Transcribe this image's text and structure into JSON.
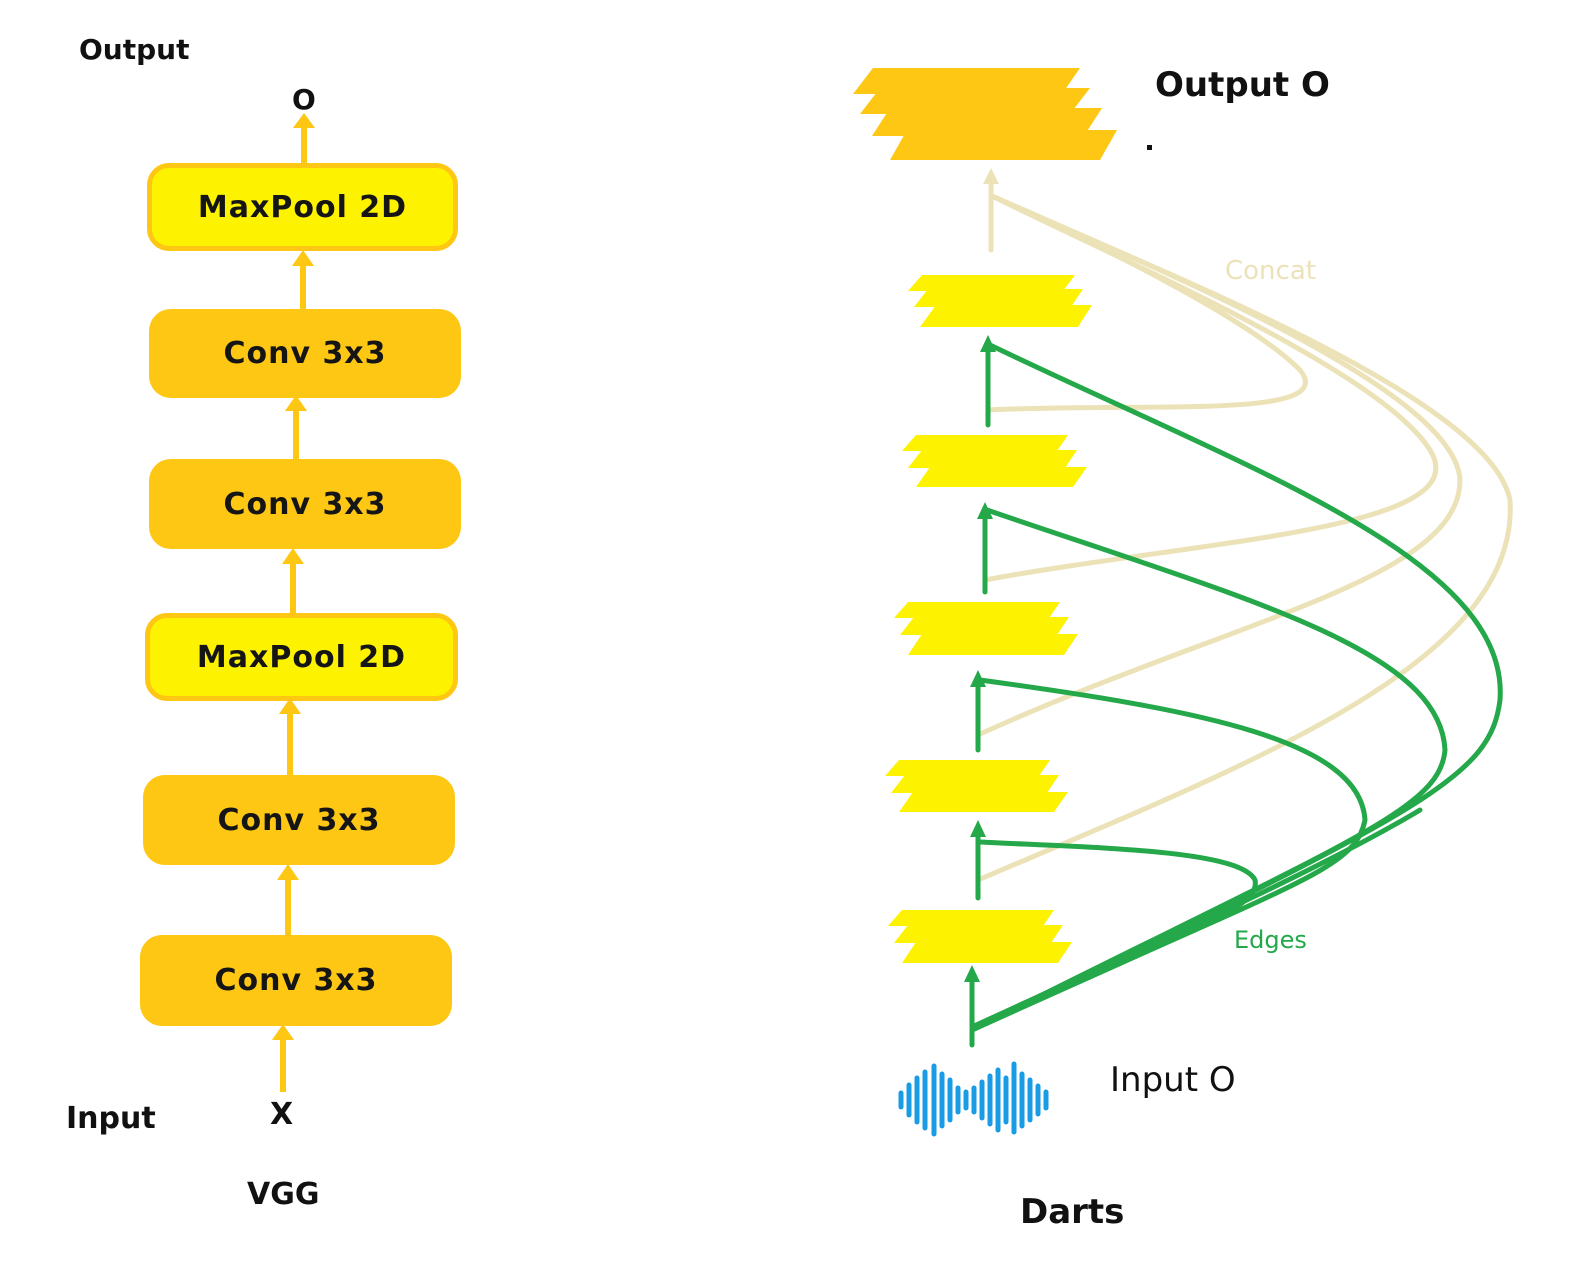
{
  "vgg": {
    "output_label": "Output",
    "output_symbol": "O",
    "input_label": "Input",
    "input_symbol": "X",
    "caption": "VGG",
    "layers_top_to_bottom": [
      {
        "label": "MaxPool 2D",
        "kind": "pool"
      },
      {
        "label": "Conv 3x3",
        "kind": "conv"
      },
      {
        "label": "Conv 3x3",
        "kind": "conv"
      },
      {
        "label": "MaxPool 2D",
        "kind": "pool"
      },
      {
        "label": "Conv 3x3",
        "kind": "conv"
      },
      {
        "label": "Conv 3x3",
        "kind": "conv"
      }
    ]
  },
  "darts": {
    "output_label": "Output O",
    "input_label": "Input O",
    "caption": "Darts",
    "concat_label": "Concat",
    "edges_label": "Edges"
  },
  "colors": {
    "conv": "#fdc714",
    "pool": "#fdf200",
    "arrow": "#fdc714",
    "edges": "#24a84a",
    "concat": "#ece2b8",
    "wave": "#1a9be6"
  }
}
